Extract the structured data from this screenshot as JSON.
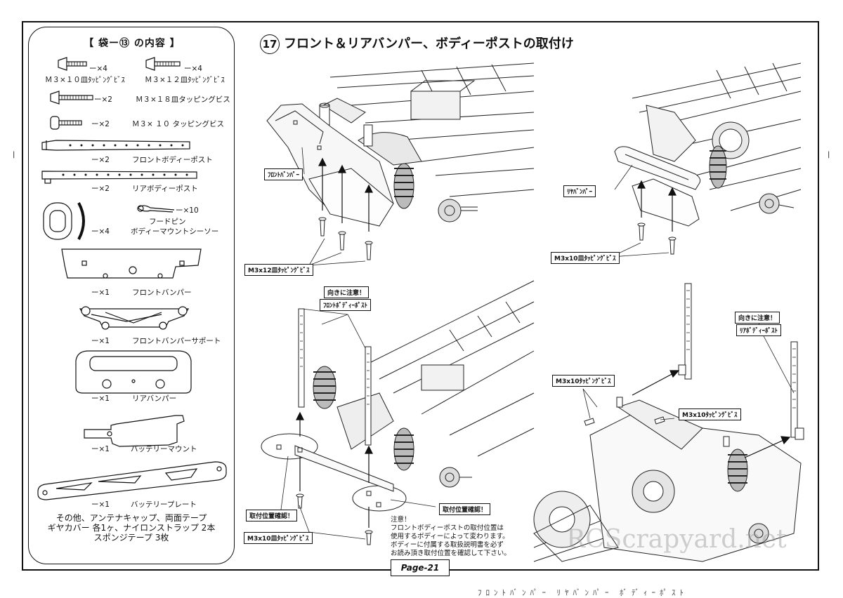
{
  "page": {
    "step_number": "17",
    "step_title": "フロント＆リアバンパー、ボディーポストの取付け",
    "page_label": "Page-21",
    "watermark": "RCScrapyard.net",
    "bottom_cut_text": "ﾌﾛﾝﾄﾊﾞﾝﾊﾟｰ ﾘﾔﾊﾞﾝﾊﾟｰ ﾎﾞﾃﾞｨｰﾎﾟｽﾄ"
  },
  "parts": {
    "title": "【 袋ー⑬ の内容 】",
    "items": [
      {
        "label": "Ｍ３×１０皿ﾀｯﾋﾟﾝｸﾞﾋﾞｽ",
        "qty": "ー×4"
      },
      {
        "label": "Ｍ３×１２皿ﾀｯﾋﾟﾝｸﾞﾋﾞｽ",
        "qty": "ー×4"
      },
      {
        "label": "Ｍ３×１８皿タッピングビス",
        "qty": "ー×2"
      },
      {
        "label": "Ｍ３× １０ タッピングビス",
        "qty": "ー×2"
      },
      {
        "label": "フロントボディーポスト",
        "qty": "ー×2"
      },
      {
        "label": "リアボディーポスト",
        "qty": "ー×2"
      },
      {
        "label": "フードピン",
        "qty": "ー×10"
      },
      {
        "label": "ボディーマウントシーソー",
        "qty": "ー×4"
      },
      {
        "label": "フロントバンパー",
        "qty": "ー×1"
      },
      {
        "label": "フロントバンパーサポート",
        "qty": "ー×1"
      },
      {
        "label": "リアバンパー",
        "qty": "ー×1"
      },
      {
        "label": "バッテリーマウント",
        "qty": "ー×1"
      },
      {
        "label": "バッテリープレート",
        "qty": "ー×1"
      }
    ],
    "other_lines": [
      "その他、アンテナキャップ、両面テープ",
      "ギヤカバー 各1ヶ、ナイロンストラップ 2本",
      "スポンジテープ 3枚"
    ]
  },
  "callouts": {
    "front_bumper": "ﾌﾛﾝﾄﾊﾞﾝﾊﾟｰ",
    "m3x12_countersunk": "M3x12皿ﾀｯﾋﾟﾝｸﾞﾋﾞｽ",
    "rear_bumper": "ﾘﾔﾊﾞﾝﾊﾟｰ",
    "m3x10_countersunk": "M3x10皿ﾀｯﾋﾟﾝｸﾞﾋﾞｽ",
    "caution_direction_1": "向きに注意！",
    "front_body_post": "ﾌﾛﾝﾄﾎﾞﾃﾞｨｰﾎﾟｽﾄ",
    "check_position_left": "取付位置確認！",
    "check_position_right": "取付位置確認！",
    "m3x10_countersunk_2": "M3x10皿ﾀｯﾋﾟﾝｸﾞﾋﾞｽ",
    "caution_direction_2": "向きに注意！",
    "rear_body_post": "ﾘｱﾎﾞﾃﾞｨｰﾎﾟｽﾄ",
    "m3x10_tapping_a": "M3x10ﾀｯﾋﾟﾝｸﾞﾋﾞｽ",
    "m3x10_tapping_b": "M3x10ﾀｯﾋﾟﾝｸﾞﾋﾞｽ"
  },
  "note": {
    "lines": [
      "注意！",
      "フロントボディーポストの取付位置は",
      "使用するボディーによって変わります。",
      "ボディーに付属する取扱説明書を必ず",
      "お読み頂き取付位置を確認して下さい。"
    ]
  }
}
